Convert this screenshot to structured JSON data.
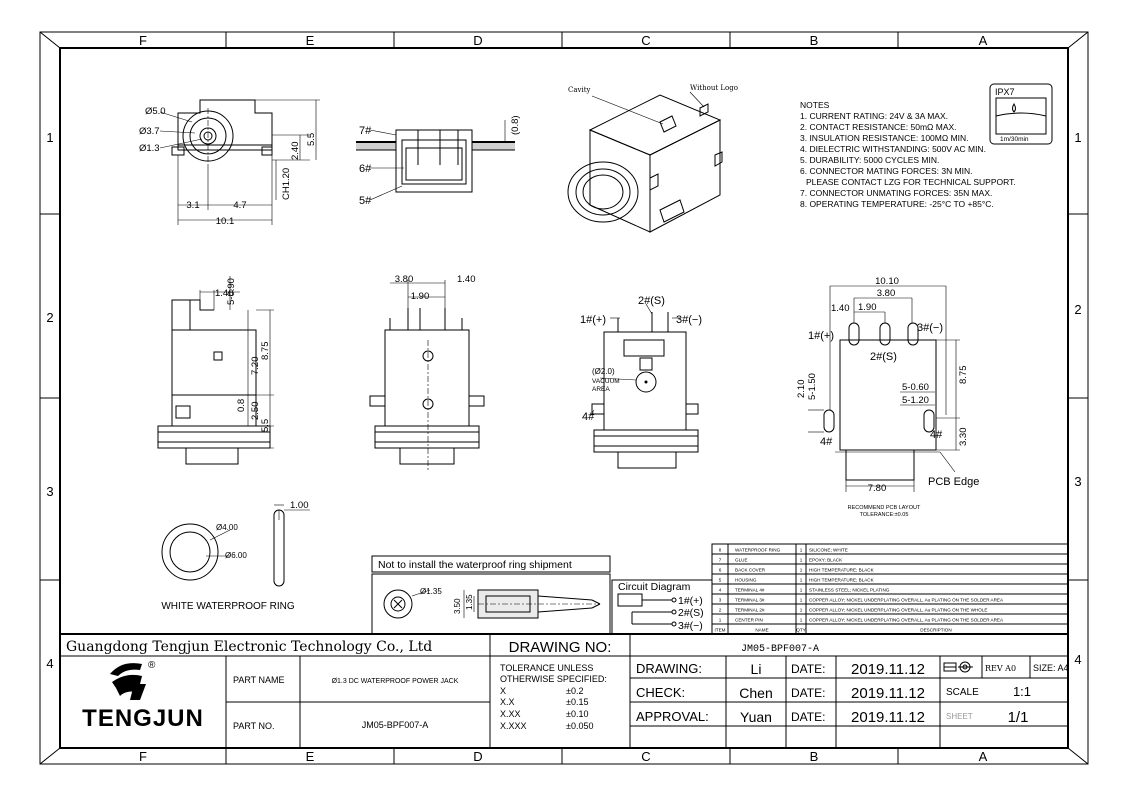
{
  "frame": {
    "columns_top": [
      "F",
      "E",
      "D",
      "C",
      "B",
      "A"
    ],
    "columns_bottom": [
      "F",
      "E",
      "D",
      "C",
      "B",
      "A"
    ],
    "rows_left": [
      "1",
      "2",
      "3",
      "4"
    ],
    "rows_right": [
      "1",
      "2",
      "3",
      "4"
    ]
  },
  "notes": {
    "heading": "NOTES",
    "items": [
      "1. CURRENT RATING: 24V & 3A MAX.",
      "2. CONTACT RESISTANCE: 50mΩ MAX.",
      "3. INSULATION RESISTANCE: 100MΩ MIN.",
      "4. DIELECTRIC WITHSTANDING: 500V AC MIN.",
      "5. DURABILITY: 5000 CYCLES MIN.",
      "6. CONNECTOR MATING FORCES: 3N MIN.",
      "PLEASE CONTACT LZG FOR TECHNICAL SUPPORT.",
      "7. CONNECTOR UNMATING FORCES: 35N MAX.",
      "8. OPERATING TEMPERATURE: -25°C TO +85°C."
    ]
  },
  "ipx": {
    "title": "IPX7",
    "caption": "1m/30min"
  },
  "front_view": {
    "d1": "Ø5.0",
    "d2": "Ø3.7",
    "d3": "Ø1.3",
    "w1": "3.1",
    "w2": "4.7",
    "w3": "10.1",
    "h1": "2.40",
    "h2": "5.5",
    "ch": "CH1.20"
  },
  "section_view": {
    "p7": "7#",
    "p6": "6#",
    "p5": "5#",
    "gap": "(0.8)"
  },
  "iso_view": {
    "cavity": "Cavity",
    "without_logo": "Without Logo"
  },
  "side_view": {
    "d1": "1.40",
    "d2": "5-0.90",
    "d3": "7.20",
    "d4": "8.75",
    "d5": "0.8",
    "d6": "2.50",
    "d7": "5.5"
  },
  "back_view": {
    "d1": "3.80",
    "d2": "1.40",
    "d3": "1.90"
  },
  "bottom_view": {
    "pin1": "1#(+)",
    "pin2": "2#(S)",
    "pin3": "3#(−)",
    "pin4": "4#",
    "vacuum_dia": "(Ø2.0)",
    "vacuum_l1": "VACUUM",
    "vacuum_l2": "AREA"
  },
  "pcb_layout": {
    "w1": "10.10",
    "w2": "3.80",
    "w3": "1.40",
    "w4": "1.90",
    "pin1": "1#(+)",
    "pin2": "2#(S)",
    "pin3": "3#(−)",
    "pin4": "4#",
    "h1": "2.10",
    "h2": "5-1.50",
    "h3": "5-0.60",
    "h4": "5-1.20",
    "h5": "8.75",
    "h6": "3.30",
    "w5": "7.80",
    "edge": "PCB Edge",
    "caption": "RECOMMEND PCB LAYOUT",
    "tolerance": "TOLERANCE:±0.05"
  },
  "ring": {
    "d_outer": "Ø4.00",
    "d_inner": "Ø6.00",
    "thick": "1.00",
    "caption": "WHITE WATERPROOF RING"
  },
  "shipment": {
    "note": "Not to install the waterproof ring shipment",
    "d": "Ø1.35",
    "h1": "3.50",
    "h2": "1.35"
  },
  "circuit": {
    "title": "Circuit Diagram",
    "p1": "1#(+)",
    "p2": "2#(S)",
    "p3": "3#(−)"
  },
  "bom": {
    "header": [
      "ITEM",
      "NAME",
      "QTY",
      "DESCRIPTION"
    ],
    "rows": [
      [
        "8",
        "WATERPROOF RING",
        "1",
        "SILICONE; WHITE"
      ],
      [
        "7",
        "GLUE",
        "1",
        "EPOXY; BLACK"
      ],
      [
        "6",
        "BACK COVER",
        "1",
        "HIGH TEMPERATURE; BLACK"
      ],
      [
        "5",
        "HOUSING",
        "1",
        "HIGH TEMPERATURE; BLACK"
      ],
      [
        "4",
        "TERMINAL 4#",
        "1",
        "STAINLESS STEEL; NICKEL PLATING"
      ],
      [
        "3",
        "TERMINAL 3#",
        "1",
        "COPPER ALLOY; NICKEL UNDERPLATING OVERALL, Au PLATING ON THE SOLDER AREA"
      ],
      [
        "2",
        "TERMINAL 2#",
        "1",
        "COPPER ALLOY; NICKEL UNDERPLATING OVERALL, Au PLATING ON THE WHOLE"
      ],
      [
        "1",
        "CENTER PIN",
        "1",
        "COPPER ALLOY; NICKEL UNDERPLATING OVERALL, Au PLATING ON THE SOLDER AREA"
      ]
    ]
  },
  "title_block": {
    "company": "Guangdong Tengjun Electronic Technology Co., Ltd",
    "drawing_no_label": "DRAWING NO:",
    "drawing_no": "JM05-BPF007-A",
    "brand": "TENGJUN",
    "reg": "®",
    "part_name_label": "PART NAME",
    "part_name": "Ø1.3 DC WATERPROOF POWER JACK",
    "part_no_label": "PART NO.",
    "part_no": "JM05-BPF007-A",
    "tol_l1": "TOLERANCE UNLESS",
    "tol_l2": "OTHERWISE SPECIFIED:",
    "tol_rows": [
      [
        "X",
        "±0.2"
      ],
      [
        "X.X",
        "±0.15"
      ],
      [
        "X.XX",
        "±0.10"
      ],
      [
        "X.XXX",
        "±0.050"
      ]
    ],
    "drawing_label": "DRAWING:",
    "drawing_by": "Li",
    "check_label": "CHECK:",
    "check_by": "Chen",
    "approval_label": "APPROVAL:",
    "approval_by": "Yuan",
    "date_label": "DATE:",
    "date1": "2019.11.12",
    "date2": "2019.11.12",
    "date3": "2019.11.12",
    "rev_label": "REV A0",
    "size_label": "SIZE: A4",
    "scale_label": "SCALE",
    "scale": "1:1",
    "sheet_label": "SHEET",
    "sheet": "1/1"
  }
}
